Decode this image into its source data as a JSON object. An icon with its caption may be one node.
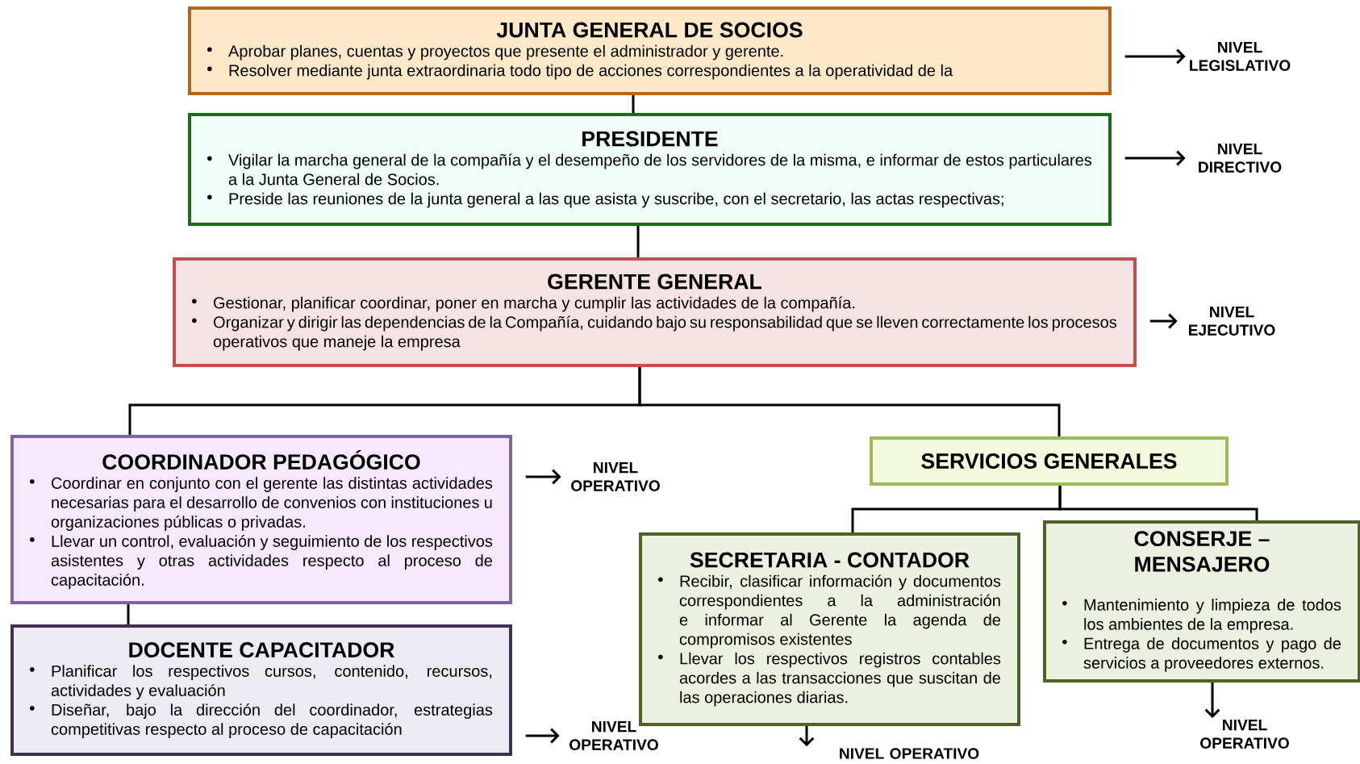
{
  "diagram": {
    "nodes": [
      {
        "text": [
          "JUNTA GENERAL DE SOCIOS",
          "Aprobar planes, cuentas y proyectos que presente el administrador y gerente.",
          "Resolver mediante junta extraordinaria todo tipo de acciones correspondientes  a la operatividad de la"
        ]
      },
      {
        "text": [
          "NIVEL LEGISLATIVO"
        ]
      },
      {
        "text": [
          "PRESIDENTE",
          "Vigilar la marcha general de la compañía y el desempeño de los servidores de la misma, e informar de estos particulares a la Junta General de Socios.",
          "Preside las reuniones de la junta general a las que asista y suscribe, con el secretario, las actas respectivas;"
        ]
      },
      {
        "text": [
          "NIVEL DIRECTIVO"
        ]
      },
      {
        "text": [
          "GERENTE GENERAL",
          "Gestionar, planificar coordinar, poner en marcha y cumplir las actividades de la compañía.",
          "Organizar y dirigir las dependencias de la Compañía, cuidando bajo su responsabilidad que se lleven correctamente los procesos operativos que maneje la empresa"
        ]
      },
      {
        "text": [
          "NIVEL EJECUTIVO"
        ]
      },
      {
        "text": [
          "COORDINADOR PEDAGÓGICO",
          "Coordinar en conjunto con el gerente las distintas actividades necesarias para el desarrollo de convenios con instituciones u organizaciones públicas o privadas.",
          "Llevar un control, evaluación y seguimiento de los respectivos asistentes y otras actividades respecto al proceso de capacitación."
        ]
      },
      {
        "text": [
          "NIVEL OPERATIVO"
        ]
      },
      {
        "text": [
          "DOCENTE CAPACITADOR",
          "Planificar los respectivos cursos, contenido, recursos, actividades y evaluación",
          "Diseñar, bajo la dirección del coordinador, estrategias competitivas respecto al proceso de capacitación"
        ]
      },
      {
        "text": [
          "NIVEL OPERATIVO"
        ]
      },
      {
        "text": [
          "SERVICIOS GENERALES"
        ]
      },
      {
        "text": [
          "SECRETARIA - CONTADOR",
          "Recibir, clasificar información y documentos correspondientes a la administración e informar al Gerente la agenda de compromisos existentes",
          "Llevar los respectivos registros contables acordes a las transacciones que suscitan de las operaciones diarias."
        ]
      },
      {
        "text": [
          "NIVEL OPERATIVO"
        ]
      },
      {
        "text": [
          "CONSERJE – MENSAJERO",
          "Mantenimiento y limpieza de todos los ambientes de la empresa.",
          "Entrega de documentos y pago de servicios a proveedores externos."
        ]
      },
      {
        "text": [
          "NIVEL OPERATIVO"
        ]
      }
    ],
    "edges": [
      {
        "from": 0,
        "to": 2,
        "arrow": "none"
      },
      {
        "from": 0,
        "to": 1,
        "arrow": "to"
      },
      {
        "from": 2,
        "to": 4,
        "arrow": "none"
      },
      {
        "from": 2,
        "to": 3,
        "arrow": "to"
      },
      {
        "from": 4,
        "to": 6,
        "arrow": "none"
      },
      {
        "from": 4,
        "to": 10,
        "arrow": "none"
      },
      {
        "from": 4,
        "to": 5,
        "arrow": "to"
      },
      {
        "from": 6,
        "to": 8,
        "arrow": "none"
      },
      {
        "from": 6,
        "to": 7,
        "arrow": "to"
      },
      {
        "from": 8,
        "to": 9,
        "arrow": "to"
      },
      {
        "from": 10,
        "to": 11,
        "arrow": "none"
      },
      {
        "from": 10,
        "to": 13,
        "arrow": "none"
      },
      {
        "from": 11,
        "to": 12,
        "arrow": "to"
      },
      {
        "from": 13,
        "to": 14,
        "arrow": "to"
      }
    ]
  }
}
